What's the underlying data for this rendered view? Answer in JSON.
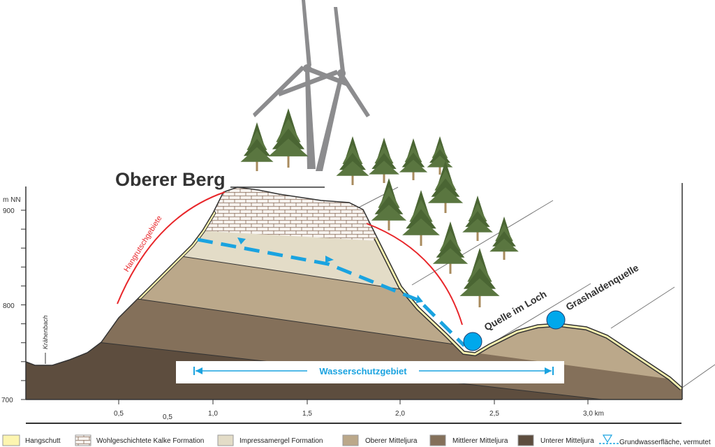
{
  "title": "Oberer Berg",
  "y_axis": {
    "unit": "m NN",
    "ticks": [
      "900",
      "800",
      "700"
    ]
  },
  "x_axis": {
    "ticks": [
      "0,5",
      "0,5",
      "1,0",
      "1,5",
      "2,0",
      "2,5",
      "3,0 km"
    ]
  },
  "labels": {
    "stream": "Krähenbach",
    "landslide": "Hangrutschgebiete",
    "spring1": "Quelle im Loch",
    "spring2": "Grashaldenquelle",
    "protection_zone": "Wasserschutzgebiet"
  },
  "legend": [
    {
      "label": "Hangschutt",
      "color": "#fdf5b0"
    },
    {
      "label": "Wohlgeschichtete Kalke Formation",
      "color": "#f3ede8"
    },
    {
      "label": "Impressamergel Formation",
      "color": "#e3dcc7"
    },
    {
      "label": "Oberer Mitteljura",
      "color": "#bba88a"
    },
    {
      "label": "Mittlerer Mitteljura",
      "color": "#84705a"
    },
    {
      "label": "Unterer Mitteljura",
      "color": "#5d4d3e"
    },
    {
      "label": "Grundwasserfläche, vermutet",
      "color": "#1aa3e0"
    }
  ]
}
